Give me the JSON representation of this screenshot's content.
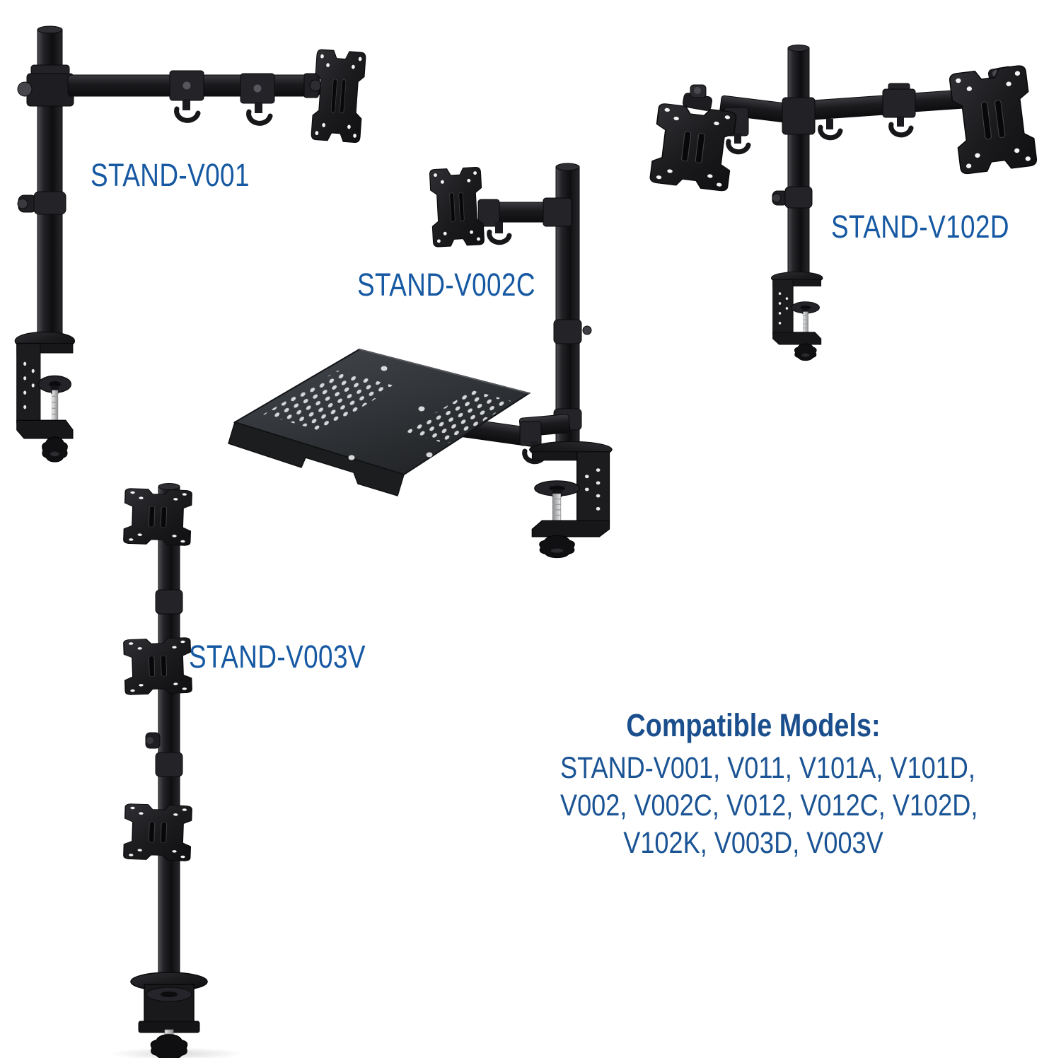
{
  "page": {
    "background_color": "#ffffff"
  },
  "products": [
    {
      "id": "stand-v001",
      "label": "STAND-V001"
    },
    {
      "id": "stand-v002c",
      "label": "STAND-V002C"
    },
    {
      "id": "stand-v102d",
      "label": "STAND-V102D"
    },
    {
      "id": "stand-v003v",
      "label": "STAND-V003V"
    }
  ],
  "compatible_models": {
    "heading": "Compatible Models:",
    "lines": [
      "STAND-V001, V011, V101A, V101D,",
      "V002, V002C, V012, V012C, V102D,",
      "V102K, V003D, V003V"
    ]
  },
  "colors": {
    "label_text": "#1659A2",
    "heading_text": "#1A4E8C",
    "body_text": "#1B5494",
    "hardware_black": "#1b1b1e"
  }
}
